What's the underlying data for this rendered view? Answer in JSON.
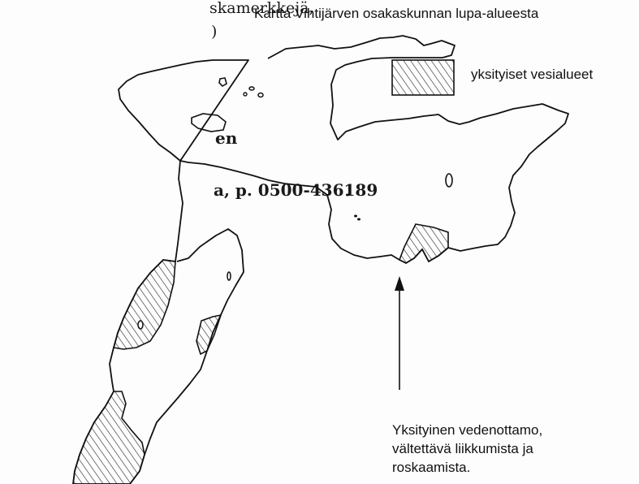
{
  "map": {
    "title": "Kartta Vihtijärven osakaskunnan lupa-alueesta",
    "legend": {
      "label": "yksityiset vesialueet",
      "pattern": "diagonal-hatch"
    },
    "note_lines": [
      "Yksityinen vedenottamo,",
      "vältettävä liikkumista ja",
      "roskaamista."
    ],
    "text_fragments": [
      {
        "text": "skamerkkejä,",
        "weight": "normal"
      },
      {
        "text": ")",
        "weight": "normal"
      },
      {
        "text": "en",
        "weight": "bold"
      },
      {
        "text": "a, p. 0500-436189",
        "weight": "bold"
      }
    ],
    "colors": {
      "ink": "#111111",
      "paper": "#fdfdfd"
    }
  }
}
